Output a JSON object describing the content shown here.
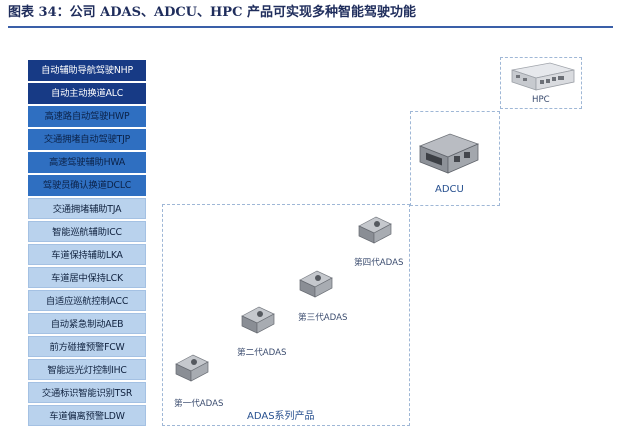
{
  "title": "图表 34：公司 ADAS、ADCU、HPC 产品可实现多种智能驾驶功能",
  "features": [
    {
      "label": "自动辅助导航驾驶NHP",
      "tier": "dark"
    },
    {
      "label": "自动主动换道ALC",
      "tier": "dark"
    },
    {
      "label": "高速路自动驾驶HWP",
      "tier": "mid"
    },
    {
      "label": "交通拥堵自动驾驶TJP",
      "tier": "mid"
    },
    {
      "label": "高速驾驶辅助HWA",
      "tier": "mid"
    },
    {
      "label": "驾驶员确认换道DCLC",
      "tier": "mid"
    },
    {
      "label": "交通拥堵辅助TJA",
      "tier": "light"
    },
    {
      "label": "智能巡航辅助ICC",
      "tier": "light"
    },
    {
      "label": "车道保持辅助LKA",
      "tier": "light"
    },
    {
      "label": "车道居中保持LCK",
      "tier": "light"
    },
    {
      "label": "自适应巡航控制ACC",
      "tier": "light"
    },
    {
      "label": "自动紧急制动AEB",
      "tier": "light"
    },
    {
      "label": "前方碰撞预警FCW",
      "tier": "light"
    },
    {
      "label": "智能远光灯控制IHC",
      "tier": "light"
    },
    {
      "label": "交通标识智能识别TSR",
      "tier": "light"
    },
    {
      "label": "车道偏离预警LDW",
      "tier": "light"
    }
  ],
  "products": {
    "hpc": "HPC",
    "adcu": "ADCU",
    "adas_series": "ADAS系列产品",
    "gen1": "第一代ADAS",
    "gen2": "第二代ADAS",
    "gen3": "第三代ADAS",
    "gen4": "第四代ADAS"
  },
  "colors": {
    "tier_dark": "#173a85",
    "tier_mid": "#2f6fc1",
    "tier_light": "#b9d2ed",
    "dashed_border": "#9fb7d6"
  }
}
